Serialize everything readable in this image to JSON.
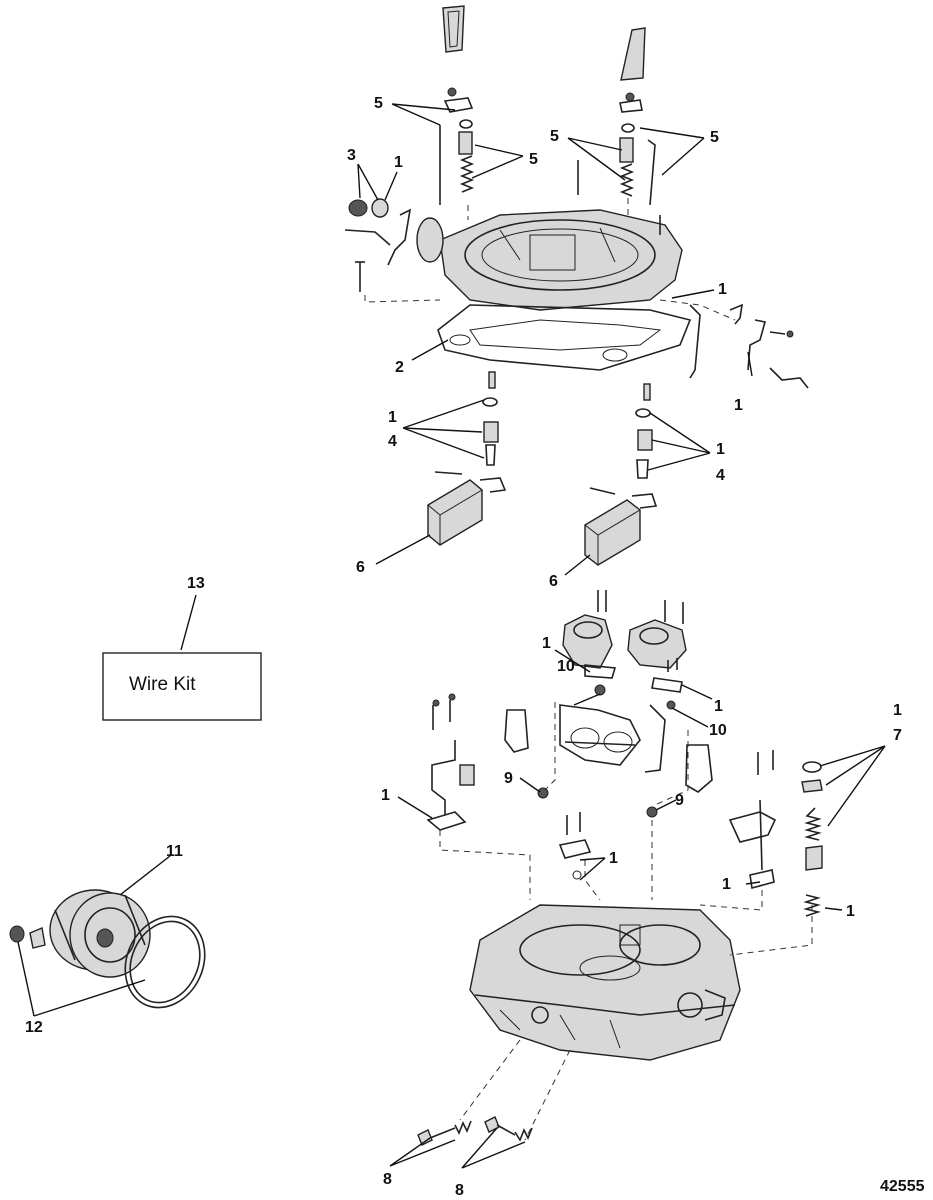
{
  "diagram": {
    "figure_number": "42555",
    "kit_box_text": "Wire Kit",
    "callouts": {
      "c5a": "5",
      "c5b": "5",
      "c5c": "5",
      "c5d": "5",
      "c3": "3",
      "c1a": "1",
      "c1b": "1",
      "c1c": "1",
      "c2": "2",
      "c1d": "1",
      "c4a": "4",
      "c1e": "1",
      "c4b": "4",
      "c6a": "6",
      "c6b": "6",
      "c13": "13",
      "c1f": "1",
      "c10a": "10",
      "c1g": "1",
      "c10b": "10",
      "c1h": "1",
      "c7": "7",
      "c9a": "9",
      "c9b": "9",
      "c1i": "1",
      "c1j": "1",
      "c1k": "1",
      "c1l": "1",
      "c11": "11",
      "c12": "12",
      "c8a": "8",
      "c8b": "8"
    }
  }
}
